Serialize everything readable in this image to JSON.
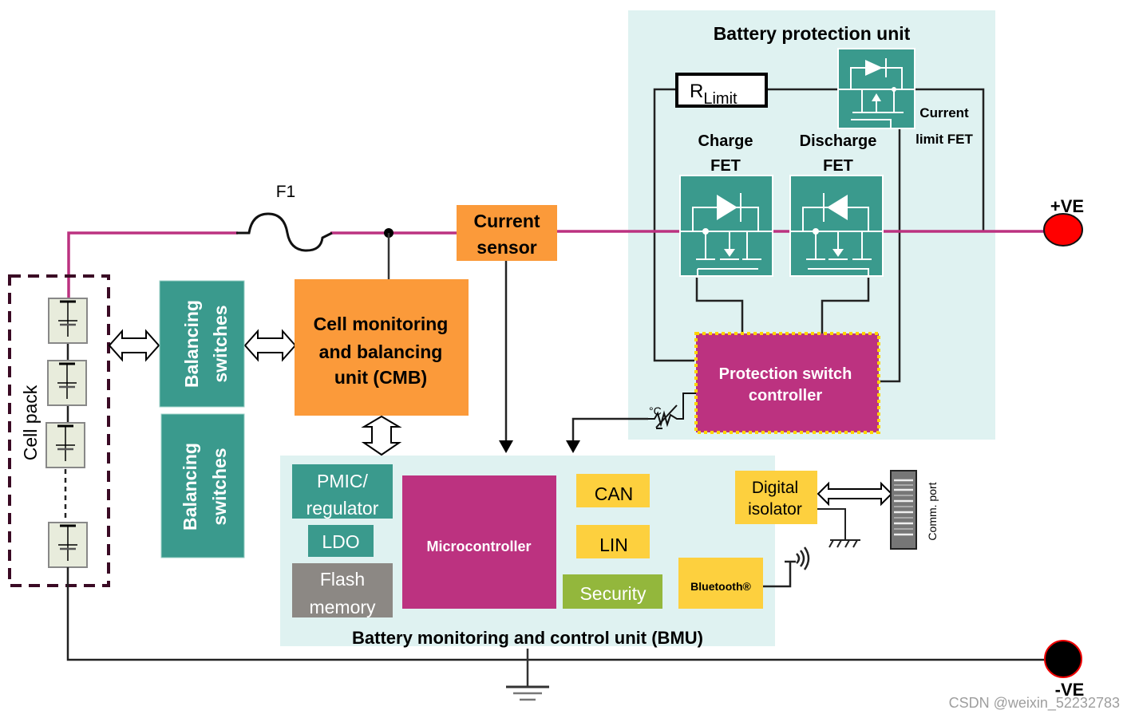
{
  "diagram": {
    "colors": {
      "panel_bg": "#dff2f1",
      "teal": "#3a9a8d",
      "orange": "#fb9a3a",
      "magenta": "#bc3280",
      "yellow": "#fdd03e",
      "green": "#93b73c",
      "gray": "#8c8884",
      "power_line": "#bc3280",
      "positive_terminal": "#ff0000",
      "negative_terminal": "#000000"
    },
    "protection_unit": {
      "title": "Battery protection unit",
      "r_limit_main": "R",
      "r_limit_sub": "Limit",
      "current_limit_fet_line1": "Current",
      "current_limit_fet_line2": "limit FET",
      "charge_fet_line1": "Charge",
      "charge_fet_line2": "FET",
      "discharge_fet_line1": "Discharge",
      "discharge_fet_line2": "FET",
      "controller_line1": "Protection switch",
      "controller_line2": "controller",
      "thermistor_label": "°C"
    },
    "fuse_label": "F1",
    "current_sensor": {
      "line1": "Current",
      "line2": "sensor"
    },
    "cmb": {
      "line1": "Cell monitoring",
      "line2": "and balancing",
      "line3": "unit (CMB)"
    },
    "balancing_switches": [
      {
        "line1": "Balancing",
        "line2": "switches"
      },
      {
        "line1": "Balancing",
        "line2": "switches"
      }
    ],
    "cell_pack": {
      "label": "Cell pack",
      "cell_count_shown": 4
    },
    "bmu": {
      "title": "Battery monitoring and control unit (BMU)",
      "pmic_line1": "PMIC/",
      "pmic_line2": "regulator",
      "ldo": "LDO",
      "flash_line1": "Flash",
      "flash_line2": "memory",
      "microcontroller": "Microcontroller",
      "can": "CAN",
      "lin": "LIN",
      "security": "Security",
      "bluetooth": "Bluetooth®"
    },
    "digital_isolator": {
      "line1": "Digital",
      "line2": "isolator"
    },
    "comm_port": "Comm. port",
    "terminals": {
      "positive": "+VE",
      "negative": "-VE"
    },
    "watermark": "CSDN @weixin_52232783"
  }
}
